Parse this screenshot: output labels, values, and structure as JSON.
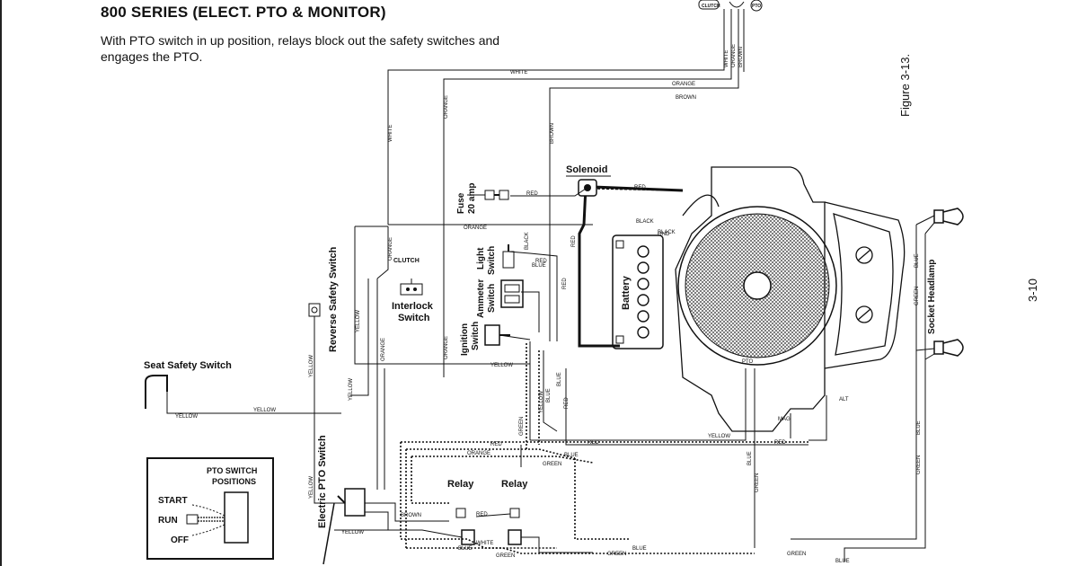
{
  "header": {
    "title": "800 SERIES (ELECT. PTO & MONITOR)",
    "note": "With PTO switch in up position, relays block out the safety switches and engages the PTO."
  },
  "figure_label": "Figure 3-13.",
  "page_number": "3-10",
  "components": {
    "solenoid": "Solenoid",
    "fuse": "Fuse 20 amp",
    "light_switch": "Light Switch",
    "ammeter_switch": "Ammeter Switch",
    "ignition_switch": "Ignition Switch",
    "interlock_switch": "Interlock Switch",
    "clutch": "CLUTCH",
    "reverse_safety_switch": "Reverse Safety Switch",
    "seat_safety_switch": "Seat Safety Switch",
    "electric_pto_switch": "Electric PTO Switch",
    "battery": "Battery",
    "socket_headlamp": "Socket Headlamp",
    "relay_1": "Relay",
    "relay_2": "Relay",
    "pto": "PTO",
    "alt": "ALT",
    "mag": "MAG",
    "gnd": "GND",
    "top_clutch": "CLUTCH",
    "top_pto": "PTO"
  },
  "pto_positions": {
    "title": "PTO SWITCH POSITIONS",
    "start": "START",
    "run": "RUN",
    "off": "OFF"
  },
  "wire_labels": {
    "white": "WHITE",
    "orange": "ORANGE",
    "brown": "BROWN",
    "red": "RED",
    "black": "BLACK",
    "yellow": "YELLOW",
    "blue": "BLUE",
    "green": "GREEN"
  }
}
